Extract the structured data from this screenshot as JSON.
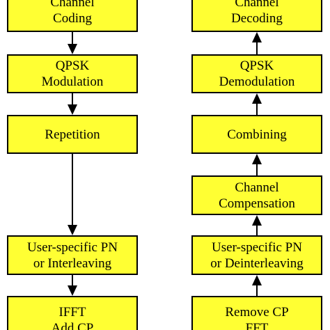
{
  "colors": {
    "box_fill": "#ffff33",
    "box_border": "#000000",
    "arrow": "#000000"
  },
  "transmitter": {
    "channel_coding": {
      "line1": "Channel",
      "line2": "Coding"
    },
    "qpsk_modulation": {
      "line1": "QPSK",
      "line2": "Modulation"
    },
    "repetition": {
      "line1": "Repetition"
    },
    "user_specific_pn": {
      "line1": "User-specific PN",
      "line2": "or Interleaving"
    },
    "ifft": {
      "line1": "IFFT",
      "line2": "Add CP"
    }
  },
  "receiver": {
    "channel_decoding": {
      "line1": "Channel",
      "line2": "Decoding"
    },
    "qpsk_demodulation": {
      "line1": "QPSK",
      "line2": "Demodulation"
    },
    "combining": {
      "line1": "Combining"
    },
    "channel_compensation": {
      "line1": "Channel",
      "line2": "Compensation"
    },
    "user_specific_pn": {
      "line1": "User-specific PN",
      "line2": "or Deinterleaving"
    },
    "remove_cp": {
      "line1": "Remove CP",
      "line2": "FFT"
    }
  }
}
